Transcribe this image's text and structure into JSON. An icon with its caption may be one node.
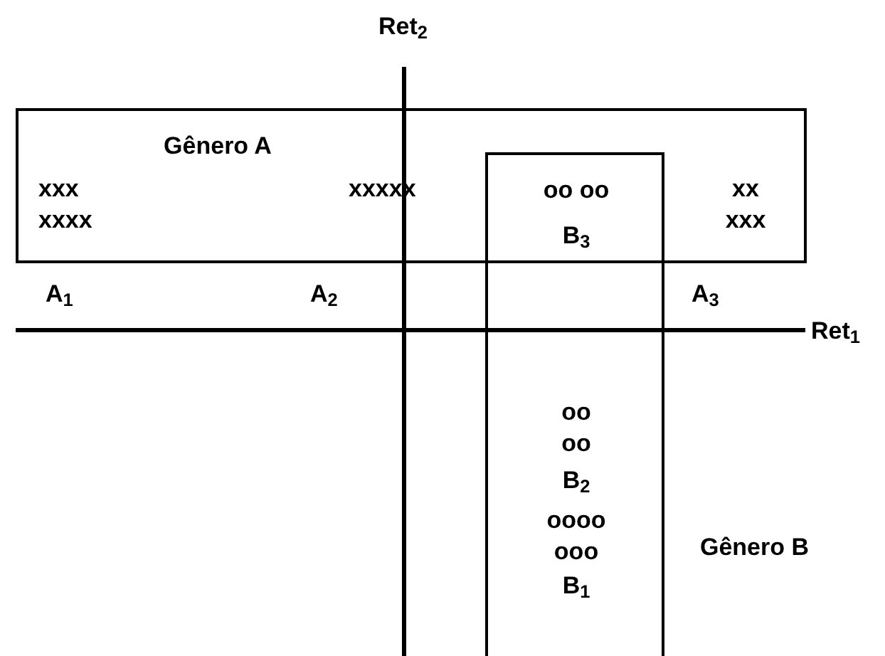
{
  "diagram": {
    "nodes": [
      {
        "text": [
          "Gênero A",
          "xxx xxxx",
          "xxxxx",
          "xx xxx"
        ]
      },
      {
        "text": [
          "oo oo",
          "B$_{3}$",
          "oo oo",
          "B$_{2}$",
          "oooo ooo",
          "B$_{1}$"
        ],
        "beside": [
          "Gênero B"
        ]
      }
    ],
    "labels": [
      "Ret$_{2}$",
      "A$_{1}$",
      "A$_{2}$",
      "A$_{3}$",
      "Ret$_{1}$"
    ]
  }
}
